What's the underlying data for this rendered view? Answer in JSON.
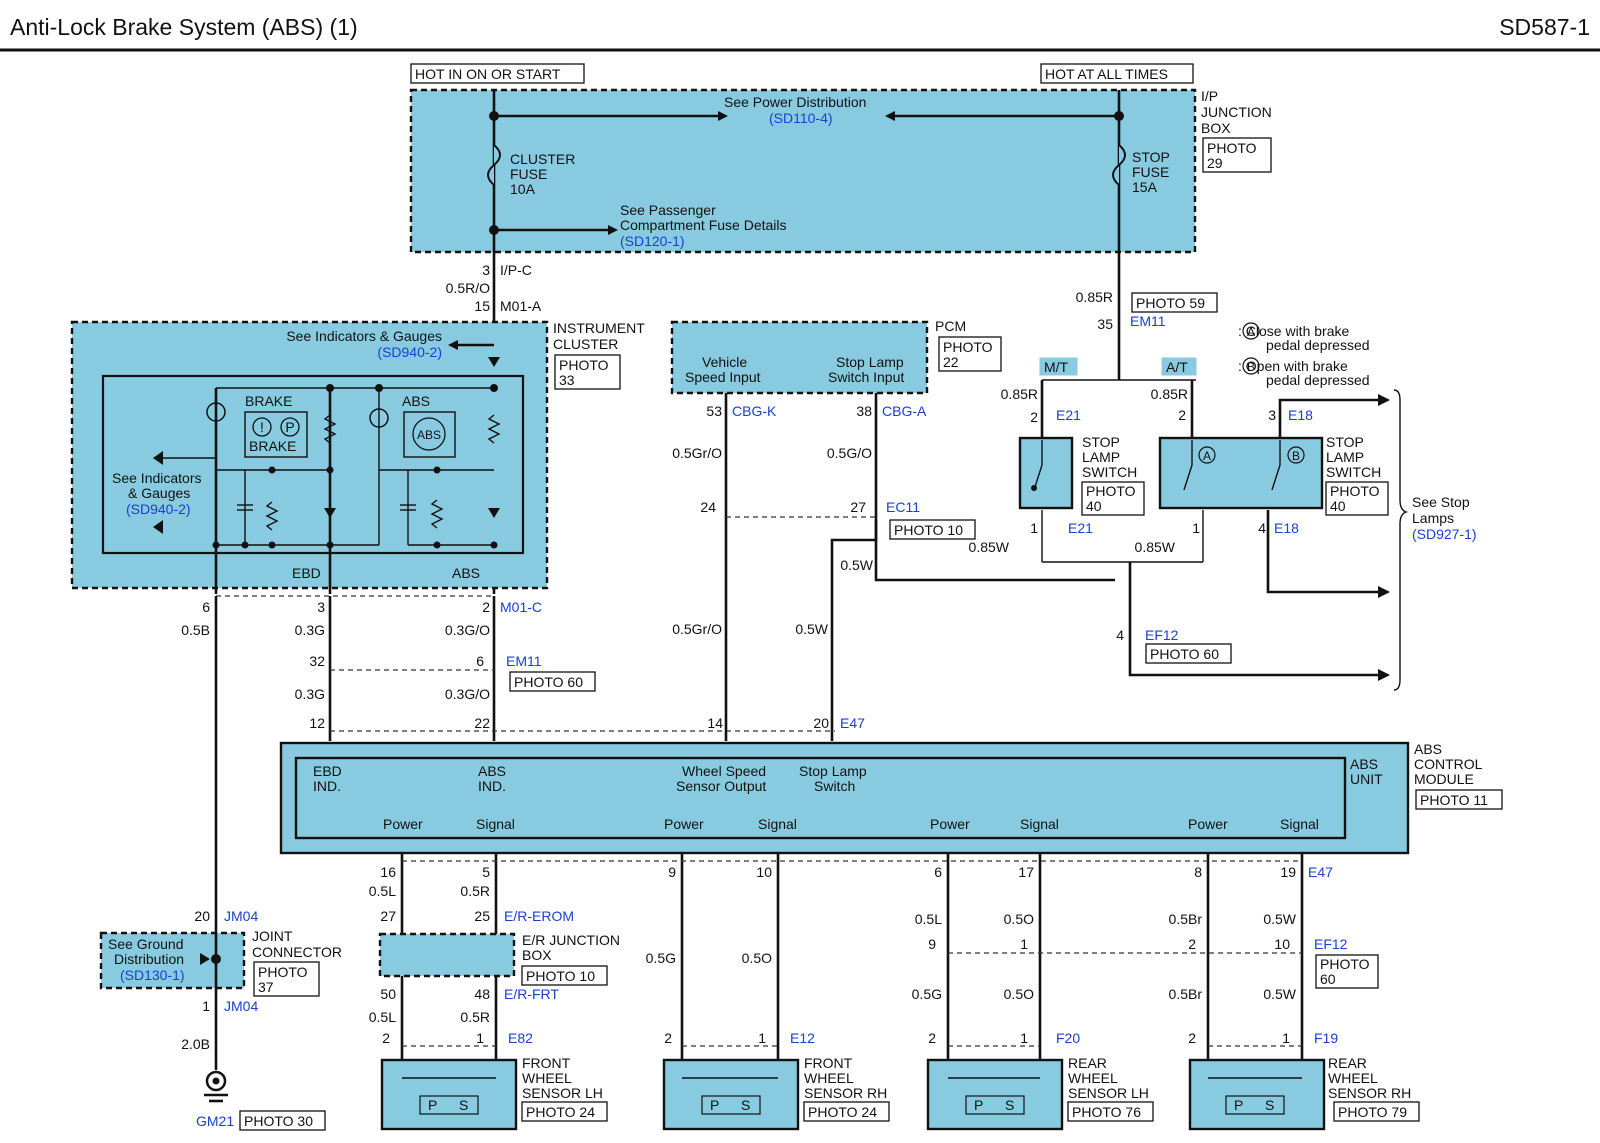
{
  "title": "Anti-Lock Brake System (ABS) (1)",
  "page_code": "SD587-1",
  "power": {
    "hot_in_on": "HOT IN ON OR START",
    "hot_all": "HOT AT ALL TIMES",
    "see_power_dist": "See Power Distribution",
    "see_power_dist_ref": "(SD110-4)",
    "cluster_fuse": [
      "CLUSTER",
      "FUSE",
      "10A"
    ],
    "stop_fuse": [
      "STOP",
      "FUSE",
      "15A"
    ],
    "see_passenger": [
      "See Passenger",
      "Compartment Fuse Details"
    ],
    "see_passenger_ref": "(SD120-1)",
    "ip_jb": [
      "I/P",
      "JUNCTION",
      "BOX"
    ],
    "ip_jb_photo": [
      "PHOTO",
      "29"
    ]
  },
  "cluster": {
    "pin3": "3",
    "ipc": "I/P-C",
    "wire_ro": "0.5R/O",
    "pin15": "15",
    "m01a": "M01-A",
    "label": [
      "INSTRUMENT",
      "CLUSTER"
    ],
    "photo": [
      "PHOTO",
      "33"
    ],
    "see_ind_top": "See Indicators & Gauges",
    "see_ind_top_ref": "(SD940-2)",
    "see_ind_left": [
      "See Indicators",
      "& Gauges"
    ],
    "see_ind_left_ref": "(SD940-2)",
    "brake": "BRAKE",
    "brake2": "BRAKE",
    "abs": "ABS",
    "abs_sym": "ABS",
    "brake_sym1": "!",
    "brake_sym2": "P",
    "ebd": "EBD",
    "abs_out": "ABS",
    "pin6": "6",
    "pin3b": "3",
    "pin2": "2",
    "m01c": "M01-C"
  },
  "pcm": {
    "label": "PCM",
    "photo": [
      "PHOTO",
      "22"
    ],
    "vehicle_speed": [
      "Vehicle",
      "Speed Input"
    ],
    "stop_lamp_input": [
      "Stop Lamp",
      "Switch Input"
    ],
    "pin53": "53",
    "cbgk": "CBG-K",
    "pin38": "38",
    "cbga": "CBG-A",
    "wire_gro": "0.5Gr/O",
    "wire_go": "0.5G/O",
    "pin24": "24",
    "pin27": "27",
    "ec11": "EC11",
    "photo10": "PHOTO 10",
    "wire_w1": "0.5W",
    "wire_gro2": "0.5Gr/O",
    "wire_w2": "0.5W"
  },
  "stop_switch": {
    "wire_085r": "0.85R",
    "photo59": "PHOTO 59",
    "pin35": "35",
    "em11": "EM11",
    "mt": "M/T",
    "at": "A/T",
    "wire_085r_l": "0.85R",
    "wire_085r_r": "0.85R",
    "pin2l": "2",
    "e21": "E21",
    "pin2r": "2",
    "pin3r": "3",
    "e18": "E18",
    "label": [
      "STOP",
      "LAMP",
      "SWITCH"
    ],
    "photo40": [
      "PHOTO",
      "40"
    ],
    "label2": [
      "STOP",
      "LAMP",
      "SWITCH"
    ],
    "photo40b": [
      "PHOTO",
      "40"
    ],
    "note_a": ": Close with brake",
    "note_a2": "pedal depressed",
    "note_b": ": Open with brake",
    "note_b2": "pedal depressed",
    "sym_a": "A",
    "sym_b": "B",
    "pin1l": "1",
    "e21b": "E21",
    "pin1r": "1",
    "pin4r": "4",
    "e18b": "E18",
    "wire_085w_l": "0.85W",
    "wire_085w_r": "0.85W",
    "pin4": "4",
    "ef12": "EF12",
    "photo60": "PHOTO 60",
    "see_stop": [
      "See Stop",
      "Lamps"
    ],
    "see_stop_ref": "(SD927-1)"
  },
  "mid_wires": {
    "w05b": "0.5B",
    "w03g": "0.3G",
    "w03go": "0.3G/O",
    "pin32": "32",
    "pin6": "6",
    "em11": "EM11",
    "photo60": "PHOTO 60",
    "w03g2": "0.3G",
    "w03go2": "0.3G/O",
    "pin12": "12",
    "pin22": "22",
    "pin14": "14",
    "pin20": "20",
    "e47": "E47"
  },
  "module": {
    "label": [
      "ABS",
      "CONTROL",
      "MODULE"
    ],
    "photo": "PHOTO 11",
    "unit": [
      "ABS",
      "UNIT"
    ],
    "ebd_ind": [
      "EBD",
      "IND."
    ],
    "abs_ind": [
      "ABS",
      "IND."
    ],
    "wss_out": [
      "Wheel Speed",
      "Sensor Output"
    ],
    "stop_sw": [
      "Stop Lamp",
      "Switch"
    ],
    "pins": [
      "Power",
      "Signal",
      "Power",
      "Signal",
      "Power",
      "Signal",
      "Power",
      "Signal"
    ]
  },
  "sensors": {
    "fl": {
      "p1": "16",
      "w1": "0.5L",
      "p2": "5",
      "w2": "0.5R",
      "p3": "27",
      "p4": "25",
      "erom": "E/R-EROM",
      "jb": [
        "E/R JUNCTION",
        "BOX"
      ],
      "jb_photo": "PHOTO 10",
      "p5": "50",
      "p6": "48",
      "erfrt": "E/R-FRT",
      "w3": "0.5L",
      "w4": "0.5R",
      "p7": "2",
      "p8": "1",
      "conn": "E82",
      "name": [
        "FRONT",
        "WHEEL",
        "SENSOR LH"
      ],
      "photo": "PHOTO 24"
    },
    "fr": {
      "p1": "9",
      "p2": "10",
      "w1": "0.5G",
      "w2": "0.5O",
      "p3": "2",
      "p4": "1",
      "conn": "E12",
      "name": [
        "FRONT",
        "WHEEL",
        "SENSOR RH"
      ],
      "photo": "PHOTO 24"
    },
    "rl": {
      "p1": "6",
      "p2": "17",
      "w1": "0.5L",
      "w2": "0.5O",
      "p3": "9",
      "p4": "1",
      "w3": "0.5G",
      "w4": "0.5O",
      "p5": "2",
      "p6": "1",
      "conn": "F20",
      "name": [
        "REAR",
        "WHEEL",
        "SENSOR LH"
      ],
      "photo": "PHOTO 76"
    },
    "rr": {
      "p1": "8",
      "p2": "19",
      "e47": "E47",
      "w1": "0.5Br",
      "w2": "0.5W",
      "p3": "2",
      "p4": "10",
      "ef12": "EF12",
      "photo": [
        "PHOTO",
        "60"
      ],
      "w3": "0.5Br",
      "w4": "0.5W",
      "p5": "2",
      "p6": "1",
      "conn": "F19",
      "name": [
        "REAR",
        "WHEEL",
        "SENSOR RH"
      ],
      "photo2": "PHOTO 79"
    },
    "ps": [
      "P",
      "S"
    ]
  },
  "ground": {
    "pin20": "20",
    "jm04": "JM04",
    "see_ground": [
      "See Ground",
      "Distribution"
    ],
    "see_ground_ref": "(SD130-1)",
    "joint": [
      "JOINT",
      "CONNECTOR"
    ],
    "photo": [
      "PHOTO",
      "37"
    ],
    "pin1": "1",
    "jm04b": "JM04",
    "wire": "2.0B",
    "gm21": "GM21",
    "photo30": "PHOTO 30"
  }
}
